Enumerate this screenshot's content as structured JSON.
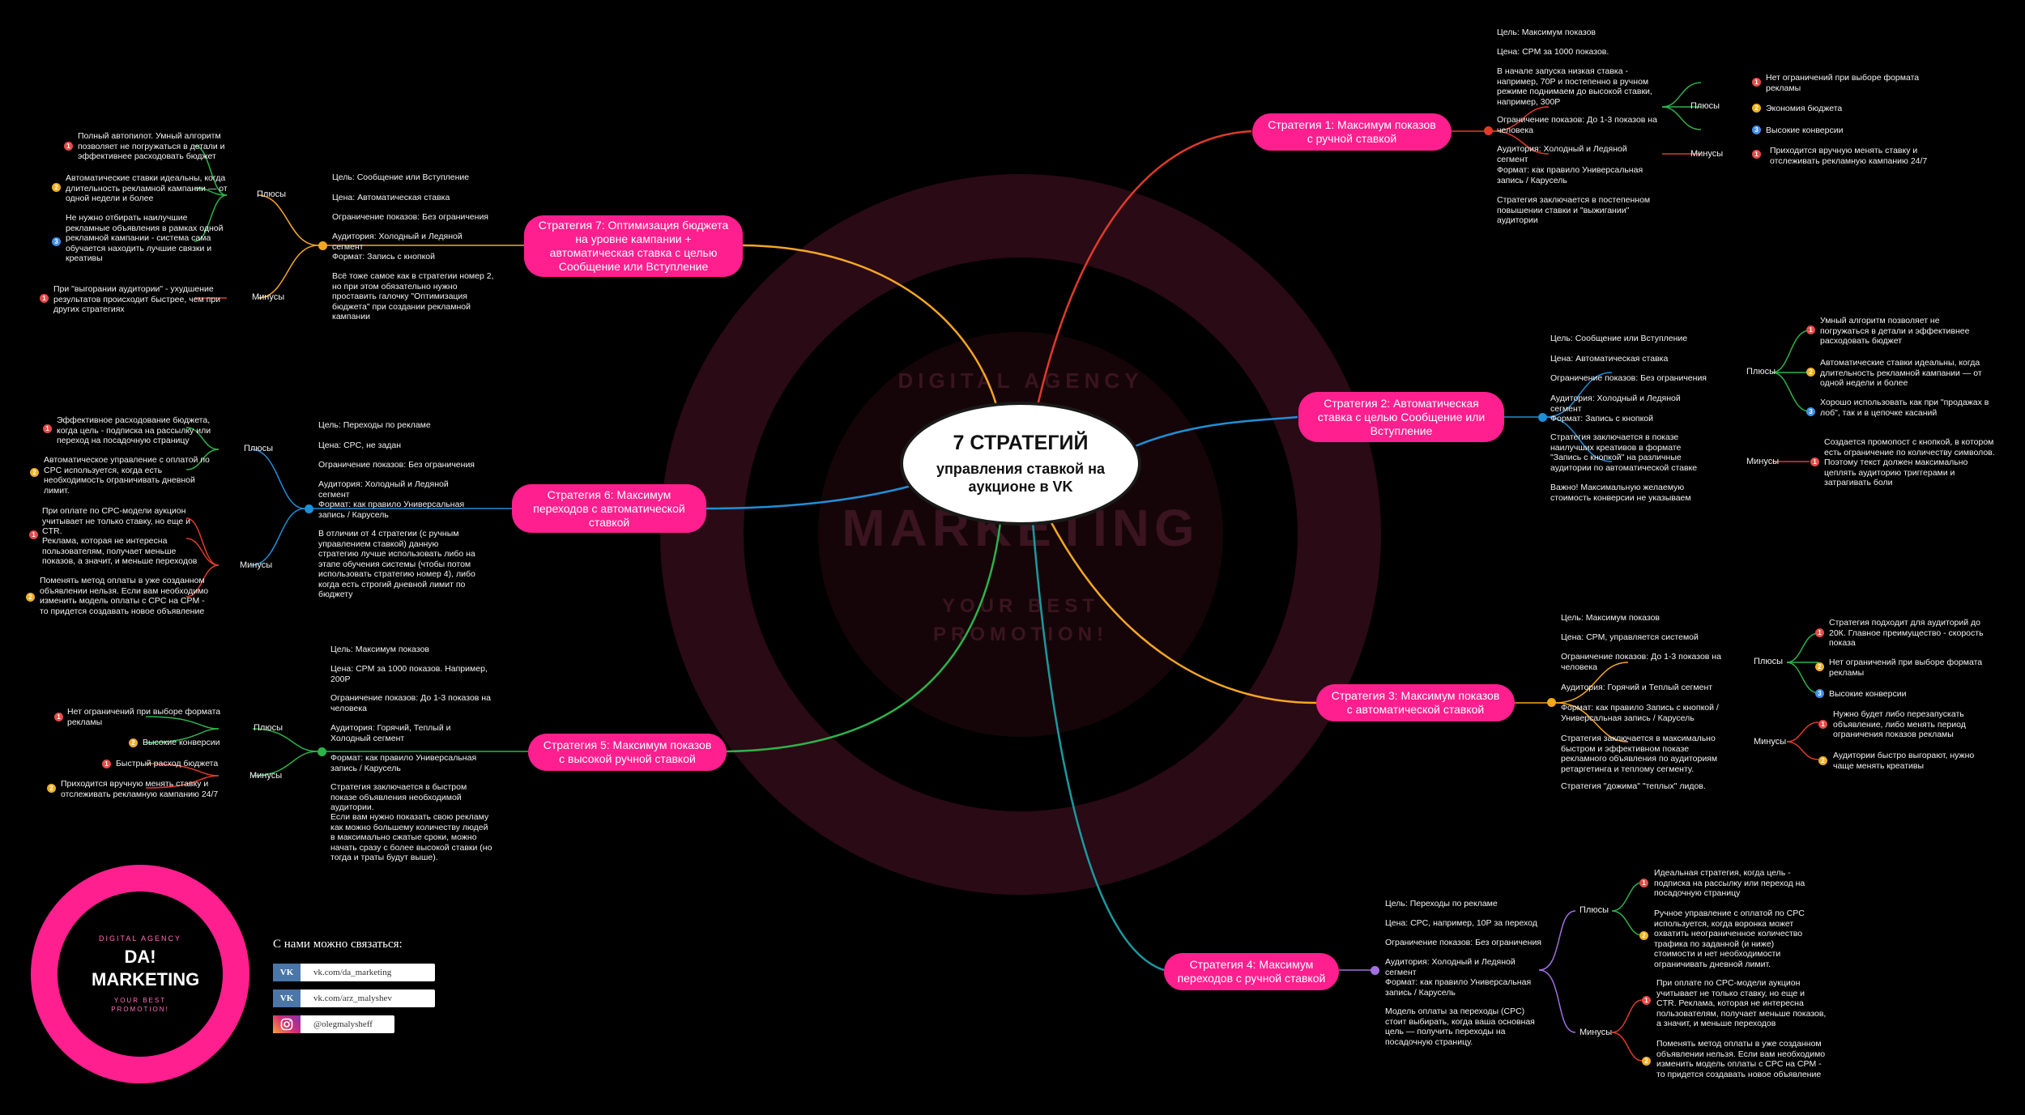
{
  "center": {
    "title": "7 СТРАТЕГИЙ",
    "subtitle": "управления ставкой на аукционе в VK"
  },
  "watermark": {
    "top": "DIGITAL AGENCY",
    "main": "MARKETING",
    "bottom1": "YOUR BEST",
    "bottom2": "PROMOTION!"
  },
  "common": {
    "plus": "Плюсы",
    "minus": "Минусы"
  },
  "s1": {
    "title": "Стратегия 1: Максимум показов с ручной ставкой",
    "details": [
      "Цель: Максимум показов",
      "Цена: CPM за 1000 показов.",
      "В начале запуска низкая ставка - например, 70Р и постепенно в ручном режиме поднимаем до высокой ставки, например, 300Р",
      "Ограничение показов: До 1-3 показов на человека",
      "Аудитория: Холодный и Ледяной сегмент",
      "Формат: как правило Универсальная запись / Карусель",
      "Стратегия заключается в постепенном повышении ставки и \"выжигании\" аудитории"
    ],
    "pros": [
      "Нет ограничений при выборе формата рекламы",
      "Экономия бюджета",
      "Высокие конверсии"
    ],
    "cons": [
      "Приходится вручную менять ставку и отслеживать рекламную кампанию 24/7"
    ]
  },
  "s2": {
    "title": "Стратегия 2: Автоматическая ставка с целью Сообщение или Вступление",
    "details": [
      "Цель: Сообщение или Вступление",
      "Цена: Автоматическая ставка",
      "Ограничение показов: Без ограничения",
      "Аудитория: Холодный и Ледяной сегмент",
      "Формат: Запись с кнопкой",
      "Стратегия заключается в показе наилучших креативов в формате \"Запись с кнопкой\" на различные аудитории по автоматической ставке",
      "Важно! Максимальную желаемую стоимость конверсии не указываем"
    ],
    "pros": [
      "Умный алгоритм позволяет не погружаться в детали и эффективнее расходовать бюджет",
      "Автоматические ставки идеальны, когда длительность рекламной кампании — от одной недели и более",
      "Хорошо использовать как при \"продажах в лоб\", так и в цепочке касаний"
    ],
    "cons": [
      "Создается промопост с кнопкой, в котором есть ограничение по количеству символов. Поэтому текст должен максимально цеплять аудиторию триггерами и затрагивать боли"
    ]
  },
  "s3": {
    "title": "Стратегия 3: Максимум показов с автоматической ставкой",
    "details": [
      "Цель: Максимум показов",
      "Цена: CPM, управляется системой",
      "Ограничение показов: До 1-3 показов на человека",
      "Аудитория: Горячий и Теплый сегмент",
      "Формат: как правило Запись с кнопкой / Универсальная запись / Карусель",
      "Стратегия заключается в максимально быстром и эффективном показе рекламного объявления по аудиториям ретаргетинга и теплому сегменту.",
      "Стратегия \"дожима\" \"теплых\" лидов."
    ],
    "pros": [
      "Стратегия подходит для аудиторий до 20К. Главное преимущество - скорость показа",
      "Нет ограничений при выборе формата рекламы",
      "Высокие конверсии"
    ],
    "cons": [
      "Нужно будет либо перезапускать объявление, либо менять период ограничения показов рекламы",
      "Аудитории быстро выгорают, нужно чаще менять креативы"
    ]
  },
  "s4": {
    "title": "Стратегия 4: Максимум переходов с ручной ставкой",
    "details": [
      "Цель: Переходы по рекламе",
      "Цена: CPC, например, 10Р за переход",
      "Ограничение показов: Без ограничения",
      "Аудитория: Холодный и Ледяной сегмент",
      "Формат: как правило Универсальная запись / Карусель",
      "Модель оплаты за переходы (CPC) стоит выбирать, когда ваша основная цель — получить переходы на посадочную страницу."
    ],
    "pros": [
      "Идеальная стратегия, когда цель - подписка на рассылку или переход на посадочную страницу",
      "Ручное управление с оплатой по CPC используется, когда воронка может охватить неограниченное количество трафика по заданной (и ниже) стоимости и нет необходимости ограничивать дневной лимит."
    ],
    "cons": [
      "При оплате по CPC-модели аукцион учитывает не только ставку, но еще и CTR. Реклама, которая не интересна пользователям, получает меньше показов, а значит, и меньше переходов",
      "Поменять метод оплаты в уже созданном объявлении нельзя. Если вам необходимо изменить модель оплаты с CPC на CPM - то придется создавать новое объявление"
    ]
  },
  "s5": {
    "title": "Стратегия 5: Максимум показов с высокой ручной ставкой",
    "details": [
      "Цель: Максимум показов",
      "Цена: CPM за 1000 показов. Например, 200Р",
      "Ограничение показов: До 1-3 показов на человека",
      "Аудитория: Горячий, Теплый и Холодный сегмент",
      "Формат: как правило Универсальная запись / Карусель",
      "Стратегия заключается в быстром показе объявления необходимой аудитории.",
      "Если вам нужно показать свою рекламу как можно большему количеству людей в максимально сжатые сроки, можно начать сразу с более высокой ставки (но тогда и траты будут выше)."
    ],
    "pros": [
      "Нет ограничений при выборе формата рекламы",
      "Высокие конверсии"
    ],
    "cons": [
      "Быстрый расход бюджета",
      "Приходится вручную менять ставку и отслеживать рекламную кампанию 24/7"
    ]
  },
  "s6": {
    "title": "Стратегия 6: Максимум переходов с автоматической ставкой",
    "details": [
      "Цель: Переходы по рекламе",
      "Цена: CPC, не задан",
      "Ограничение показов: Без ограничения",
      "Аудитория: Холодный и Ледяной сегмент",
      "Формат: как правило Универсальная запись / Карусель",
      "В отличии от 4 стратегии (с ручным управлением ставкой) данную стратегию лучше использовать либо на этапе обучения системы (чтобы потом использовать стратегию номер 4), либо когда есть строгий дневной лимит по бюджету"
    ],
    "pros": [
      "Эффективное расходование бюджета, когда цель - подписка на рассылку или переход на посадочную страницу",
      "Автоматическое управление с оплатой по CPC используется, когда есть необходимость ограничивать дневной лимит."
    ],
    "cons": [
      "При оплате по CPC-модели аукцион учитывает не только ставку, но еще и CTR.",
      "Реклама, которая не интересна пользователям, получает меньше показов, а значит, и меньше переходов",
      "Поменять метод оплаты в уже созданном объявлении нельзя. Если вам необходимо изменить модель оплаты с CPC на CPM - то придется создавать новое объявление"
    ]
  },
  "s7": {
    "title": "Стратегия 7: Оптимизация бюджета на уровне кампании + автоматическая ставка с целью Сообщение или Вступление",
    "details": [
      "Цель: Сообщение или Вступление",
      "Цена: Автоматическая ставка",
      "Ограничение показов: Без ограничения",
      "Аудитория: Холодный и Ледяной сегмент",
      "Формат: Запись с кнопкой",
      "Всё тоже самое как в стратегии номер 2, но при этом обязательно нужно проставить галочку \"Оптимизация бюджета\" при создании рекламной кампании"
    ],
    "pros": [
      "Полный автопилот. Умный алгоритм позволяет не погружаться в детали и эффективнее расходовать бюджет",
      "Автоматические ставки идеальны, когда длительность рекламной кампании — от одной недели и более",
      "Не нужно отбирать наилучшие рекламные объявления в рамках одной рекламной кампании - система сама обучается находить лучшие связки и креативы"
    ],
    "cons": [
      "При \"выгорании аудитории\" - ухудшение результатов происходит быстрее, чем при других стратегиях"
    ]
  },
  "contacts": {
    "title": "С нами можно связаться:",
    "vk1": "vk.com/da_marketing",
    "vk2": "vk.com/arz_malyshev",
    "ig": "@olegmalysheff",
    "vk_icon": "vk-icon",
    "ig_icon": "instagram-icon"
  },
  "logo": {
    "top": "DIGITAL AGENCY",
    "name": "DA! MARKETING",
    "tag1": "YOUR BEST",
    "tag2": "PROMOTION!"
  },
  "colors": {
    "pink": "#ff1f8e",
    "red": "#e03a2a",
    "blue": "#1e90d8",
    "orange": "#f5a623",
    "teal": "#1a9aa0",
    "green": "#2cb34a",
    "yellow": "#f5b21e",
    "plus_link": "#2fb34a",
    "minus_link": "#e03a2a"
  }
}
